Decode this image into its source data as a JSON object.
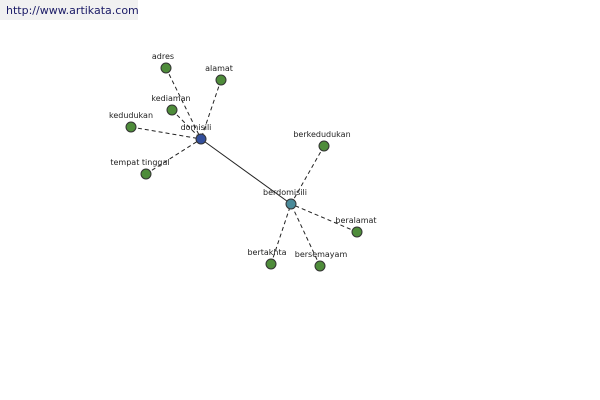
{
  "header": {
    "url": "http://www.artikata.com"
  },
  "graph": {
    "hubs": [
      {
        "id": "domisili",
        "label": "domisili",
        "color": "#334f9c"
      },
      {
        "id": "berdomisili",
        "label": "berdomisili",
        "color": "#4a8a99"
      }
    ],
    "leaves": [
      {
        "id": "adres",
        "label": "adres",
        "hub": "domisili"
      },
      {
        "id": "alamat",
        "label": "alamat",
        "hub": "domisili"
      },
      {
        "id": "kediaman",
        "label": "kediaman",
        "hub": "domisili"
      },
      {
        "id": "kedudukan",
        "label": "kedudukan",
        "hub": "domisili"
      },
      {
        "id": "tempat-tinggal",
        "label": "tempat tinggal",
        "hub": "domisili"
      },
      {
        "id": "berkedudukan",
        "label": "berkedudukan",
        "hub": "berdomisili"
      },
      {
        "id": "beralamat",
        "label": "beralamat",
        "hub": "berdomisili"
      },
      {
        "id": "bersemayam",
        "label": "bersemayam",
        "hub": "berdomisili"
      },
      {
        "id": "bertakhta",
        "label": "bertakhta",
        "hub": "berdomisili"
      }
    ],
    "leaf_color": "#4e8c3a"
  }
}
